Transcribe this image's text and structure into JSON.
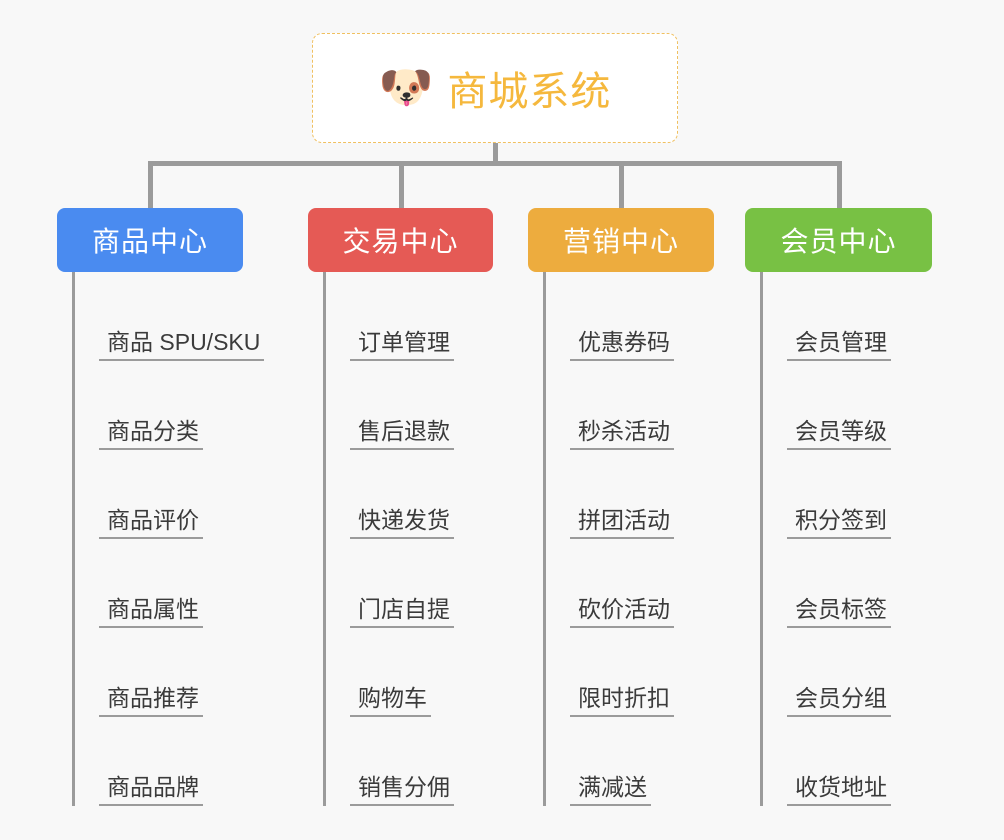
{
  "diagram": {
    "title": "商城系统",
    "background_color": "#f8f8f8",
    "root": {
      "label": "商城系统",
      "icon": "shiba-dog-face-emoji",
      "emoji": "🐶",
      "text_color": "#f5b83d",
      "border_color": "#f0c060",
      "background_color": "#ffffff"
    },
    "connector_color": "#9b9b9b",
    "categories": [
      {
        "label": "商品中心",
        "color": "#4a8bf0",
        "items": [
          "商品 SPU/SKU",
          "商品分类",
          "商品评价",
          "商品属性",
          "商品推荐",
          "商品品牌"
        ]
      },
      {
        "label": "交易中心",
        "color": "#e55a55",
        "items": [
          "订单管理",
          "售后退款",
          "快递发货",
          "门店自提",
          "购物车",
          "销售分佣"
        ]
      },
      {
        "label": "营销中心",
        "color": "#edac3e",
        "items": [
          "优惠券码",
          "秒杀活动",
          "拼团活动",
          "砍价活动",
          "限时折扣",
          "满减送"
        ]
      },
      {
        "label": "会员中心",
        "color": "#78c martial"
      }
    ]
  }
}
